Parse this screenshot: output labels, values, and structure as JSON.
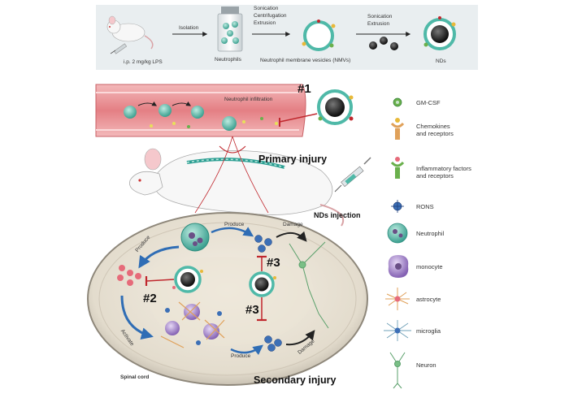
{
  "workflow": {
    "mouse_caption": "i.p. 2 mg/kg LPS",
    "step1": "Isolation",
    "neutrophils_caption": "Neutrophils",
    "step2_lines": [
      "Sonication",
      "Centrifugation",
      "Extrusion"
    ],
    "nmv_caption": "Neutrophil membrane vesicles (NMVs)",
    "step3_lines": [
      "Sonication",
      "Extrusion"
    ],
    "nds_caption": "NDs"
  },
  "vessel": {
    "infiltration_label": "Neutrophil infiltration",
    "marker_1": "#1"
  },
  "mouse": {
    "primary_injury": "Primary injury",
    "injection_label": "NDs injection"
  },
  "spinal": {
    "produce_1": "Produce",
    "produce_2": "Produce",
    "produce_3": "Produce",
    "damage_1": "Damage",
    "damage_2": "Damage",
    "activate": "Activate",
    "marker_2": "#2",
    "marker_3a": "#3",
    "marker_3b": "#3",
    "spinal_cord": "Spinal cord",
    "secondary_injury": "Secondary injury"
  },
  "legend": {
    "items": [
      {
        "label_lines": [
          "GM-CSF"
        ],
        "icon": "gm-csf-icon"
      },
      {
        "label_lines": [
          "Chemokines",
          "and receptors"
        ],
        "icon": "chemokine-receptor-icon"
      },
      {
        "label_lines": [
          "Inflammatory factors",
          "and receptors"
        ],
        "icon": "inflammatory-receptor-icon"
      },
      {
        "label_lines": [
          "RONS"
        ],
        "icon": "rons-icon"
      },
      {
        "label_lines": [
          "Neutrophil"
        ],
        "icon": "neutrophil-icon"
      },
      {
        "label_lines": [
          "monocyte"
        ],
        "icon": "monocyte-icon"
      },
      {
        "label_lines": [
          "astrocyte"
        ],
        "icon": "astrocyte-icon"
      },
      {
        "label_lines": [
          "microglia"
        ],
        "icon": "microglia-icon"
      },
      {
        "label_lines": [
          "Neuron"
        ],
        "icon": "neuron-icon"
      }
    ]
  },
  "colors": {
    "top_band": "#e9eef0",
    "vessel": "#e8868a",
    "neutrophil": "#4fb9a8",
    "nd_core": "#222222",
    "monocyte": "#a78ac9",
    "inhibit": "#c0272d",
    "arrow_blue": "#2f6db5"
  }
}
